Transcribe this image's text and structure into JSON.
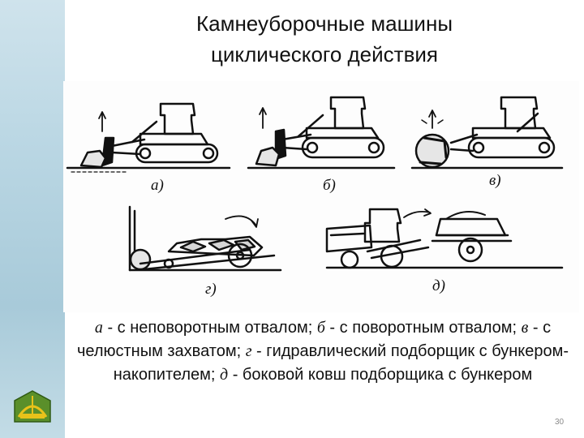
{
  "slide": {
    "title_line1": "Камнеуборочные машины",
    "title_line2": "циклического действия",
    "figure_labels": {
      "a": "а)",
      "b": "б)",
      "v": "в)",
      "g": "г)",
      "d": "д)"
    },
    "caption": [
      {
        "letter": "а",
        "text": " - с неповоротным отвалом; "
      },
      {
        "letter": "б",
        "text": " - с поворотным отвалом; "
      },
      {
        "letter": "в",
        "text": " - с челюстным захватом; "
      },
      {
        "letter": "г",
        "text": " - гидравлический подборщик с бункером-накопителем; "
      },
      {
        "letter": "д",
        "text": " - боковой ковш подборщика с бункером"
      }
    ],
    "page_number": "30"
  },
  "colors": {
    "stripe": "#b9d6e3",
    "logo_green": "#5a8f2a",
    "logo_yellow": "#e8c21a"
  }
}
